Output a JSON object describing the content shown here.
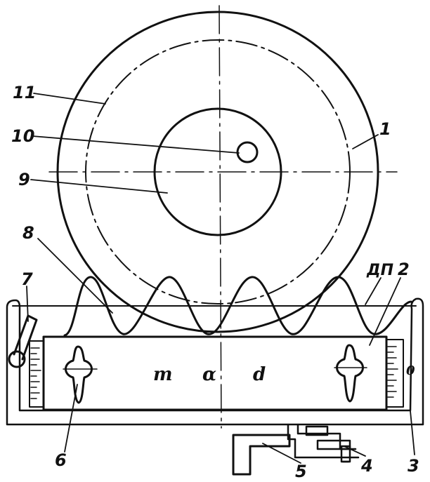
{
  "labels": {
    "part_1": "1",
    "part_2": "2",
    "part_3": "3",
    "part_4": "4",
    "part_5": "5",
    "part_6": "6",
    "part_7": "7",
    "part_8": "8",
    "part_9": "9",
    "part_10": "10",
    "part_11": "11",
    "pitch_line": "ДП",
    "symbol_m": "m",
    "symbol_alpha": "α",
    "symbol_d": "d",
    "scale_zero": "0"
  },
  "colors": {
    "ink": "#111111",
    "paper": "#ffffff"
  }
}
